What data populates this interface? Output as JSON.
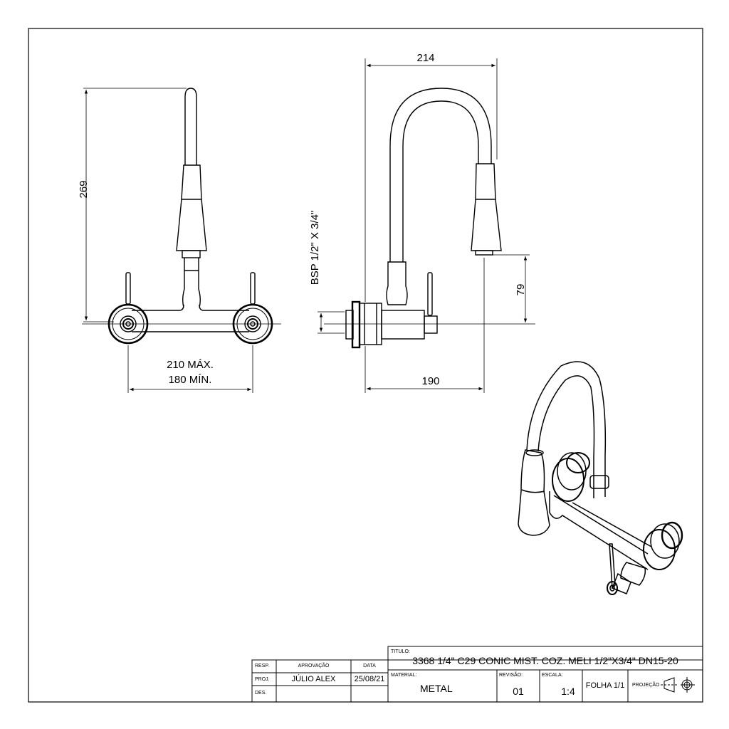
{
  "drawing": {
    "dimensions": {
      "height_front": "269",
      "width_range_max": "210 MÁX.",
      "width_range_min": "180 MÍN.",
      "top_width": "214",
      "thread": "BSP 1/2\" X 3/4\"",
      "outlet_height": "79",
      "depth": "190"
    }
  },
  "title_block": {
    "resp_label": "RESP.",
    "aprovacao_label": "APROVAÇÃO",
    "data_label": "DATA",
    "proj_label": "PROJ.",
    "proj_name": "JÚLIO ALEX",
    "proj_date": "25/08/21",
    "des_label": "DES.",
    "titulo_label": "TITULO:",
    "titulo": "3368 1/4\" C29 CONIC MIST. COZ. MELI 1/2\"X3/4\" DN15-20",
    "material_label": "MATERIAL:",
    "material": "METAL",
    "revisao_label": "REVISÃO:",
    "revisao": "01",
    "escala_label": "ESCALA:",
    "escala": "1:4",
    "folha": "FOLHA 1/1",
    "projecao_label": "PROJEÇÃO"
  }
}
